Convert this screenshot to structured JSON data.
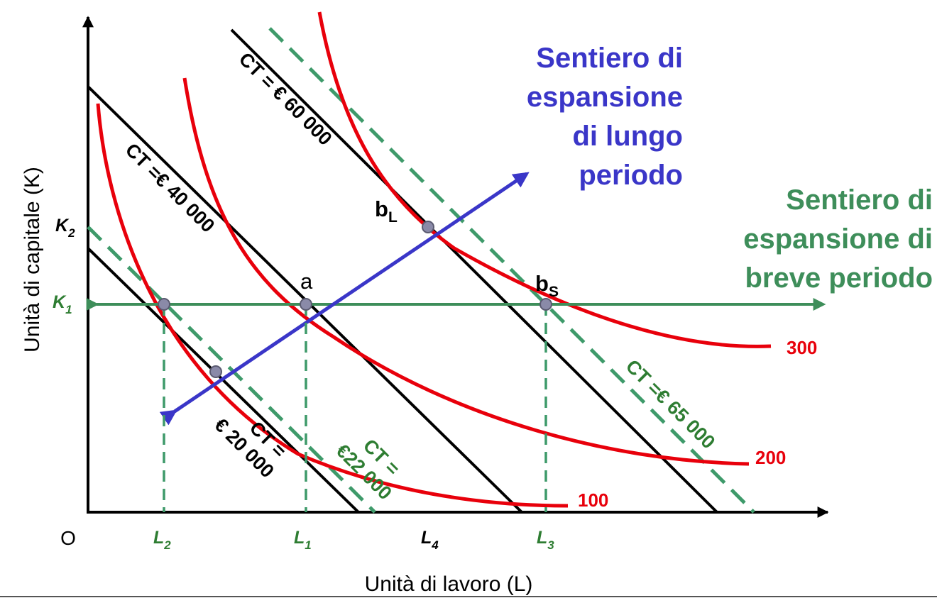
{
  "axes": {
    "x_title": "Unità di lavoro (L)",
    "y_title": "Unità di capitale (K)",
    "origin": "O"
  },
  "ticks": {
    "k2": {
      "main": "K",
      "sub": "2"
    },
    "k1": {
      "main": "K",
      "sub": "1"
    },
    "l2": {
      "main": "L",
      "sub": "2"
    },
    "l1": {
      "main": "L",
      "sub": "1"
    },
    "l4": {
      "main": "L",
      "sub": "4"
    },
    "l3": {
      "main": "L",
      "sub": "3"
    }
  },
  "isocost_labels": {
    "ct20000": [
      "CT =",
      "€ 20 000"
    ],
    "ct40000": "CT =€ 40 000",
    "ct60000": "CT = € 60 000",
    "ct22000": [
      "CT =",
      "€22 000"
    ],
    "ct65000": "CT =€ 65 000"
  },
  "isoquant_labels": {
    "q100": "100",
    "q200": "200",
    "q300": "300"
  },
  "points": {
    "a": "a",
    "bL": {
      "main": "b",
      "sub": "L"
    },
    "bS": {
      "main": "b",
      "sub": "S"
    }
  },
  "long_run_path": [
    "Sentiero di",
    "espansione",
    "di lungo",
    "periodo"
  ],
  "short_run_path": [
    "Sentiero di",
    "espansione di",
    "breve periodo"
  ],
  "colors": {
    "isocost_black": "#000000",
    "isocost_dashed": "#3e9a6a",
    "isoquant": "#e8000b",
    "long_run_path": "#3a36c8",
    "short_run_path": "#3e8e5a",
    "tick_green": "#2e7d32",
    "point_fill": "#8a8aa8"
  }
}
